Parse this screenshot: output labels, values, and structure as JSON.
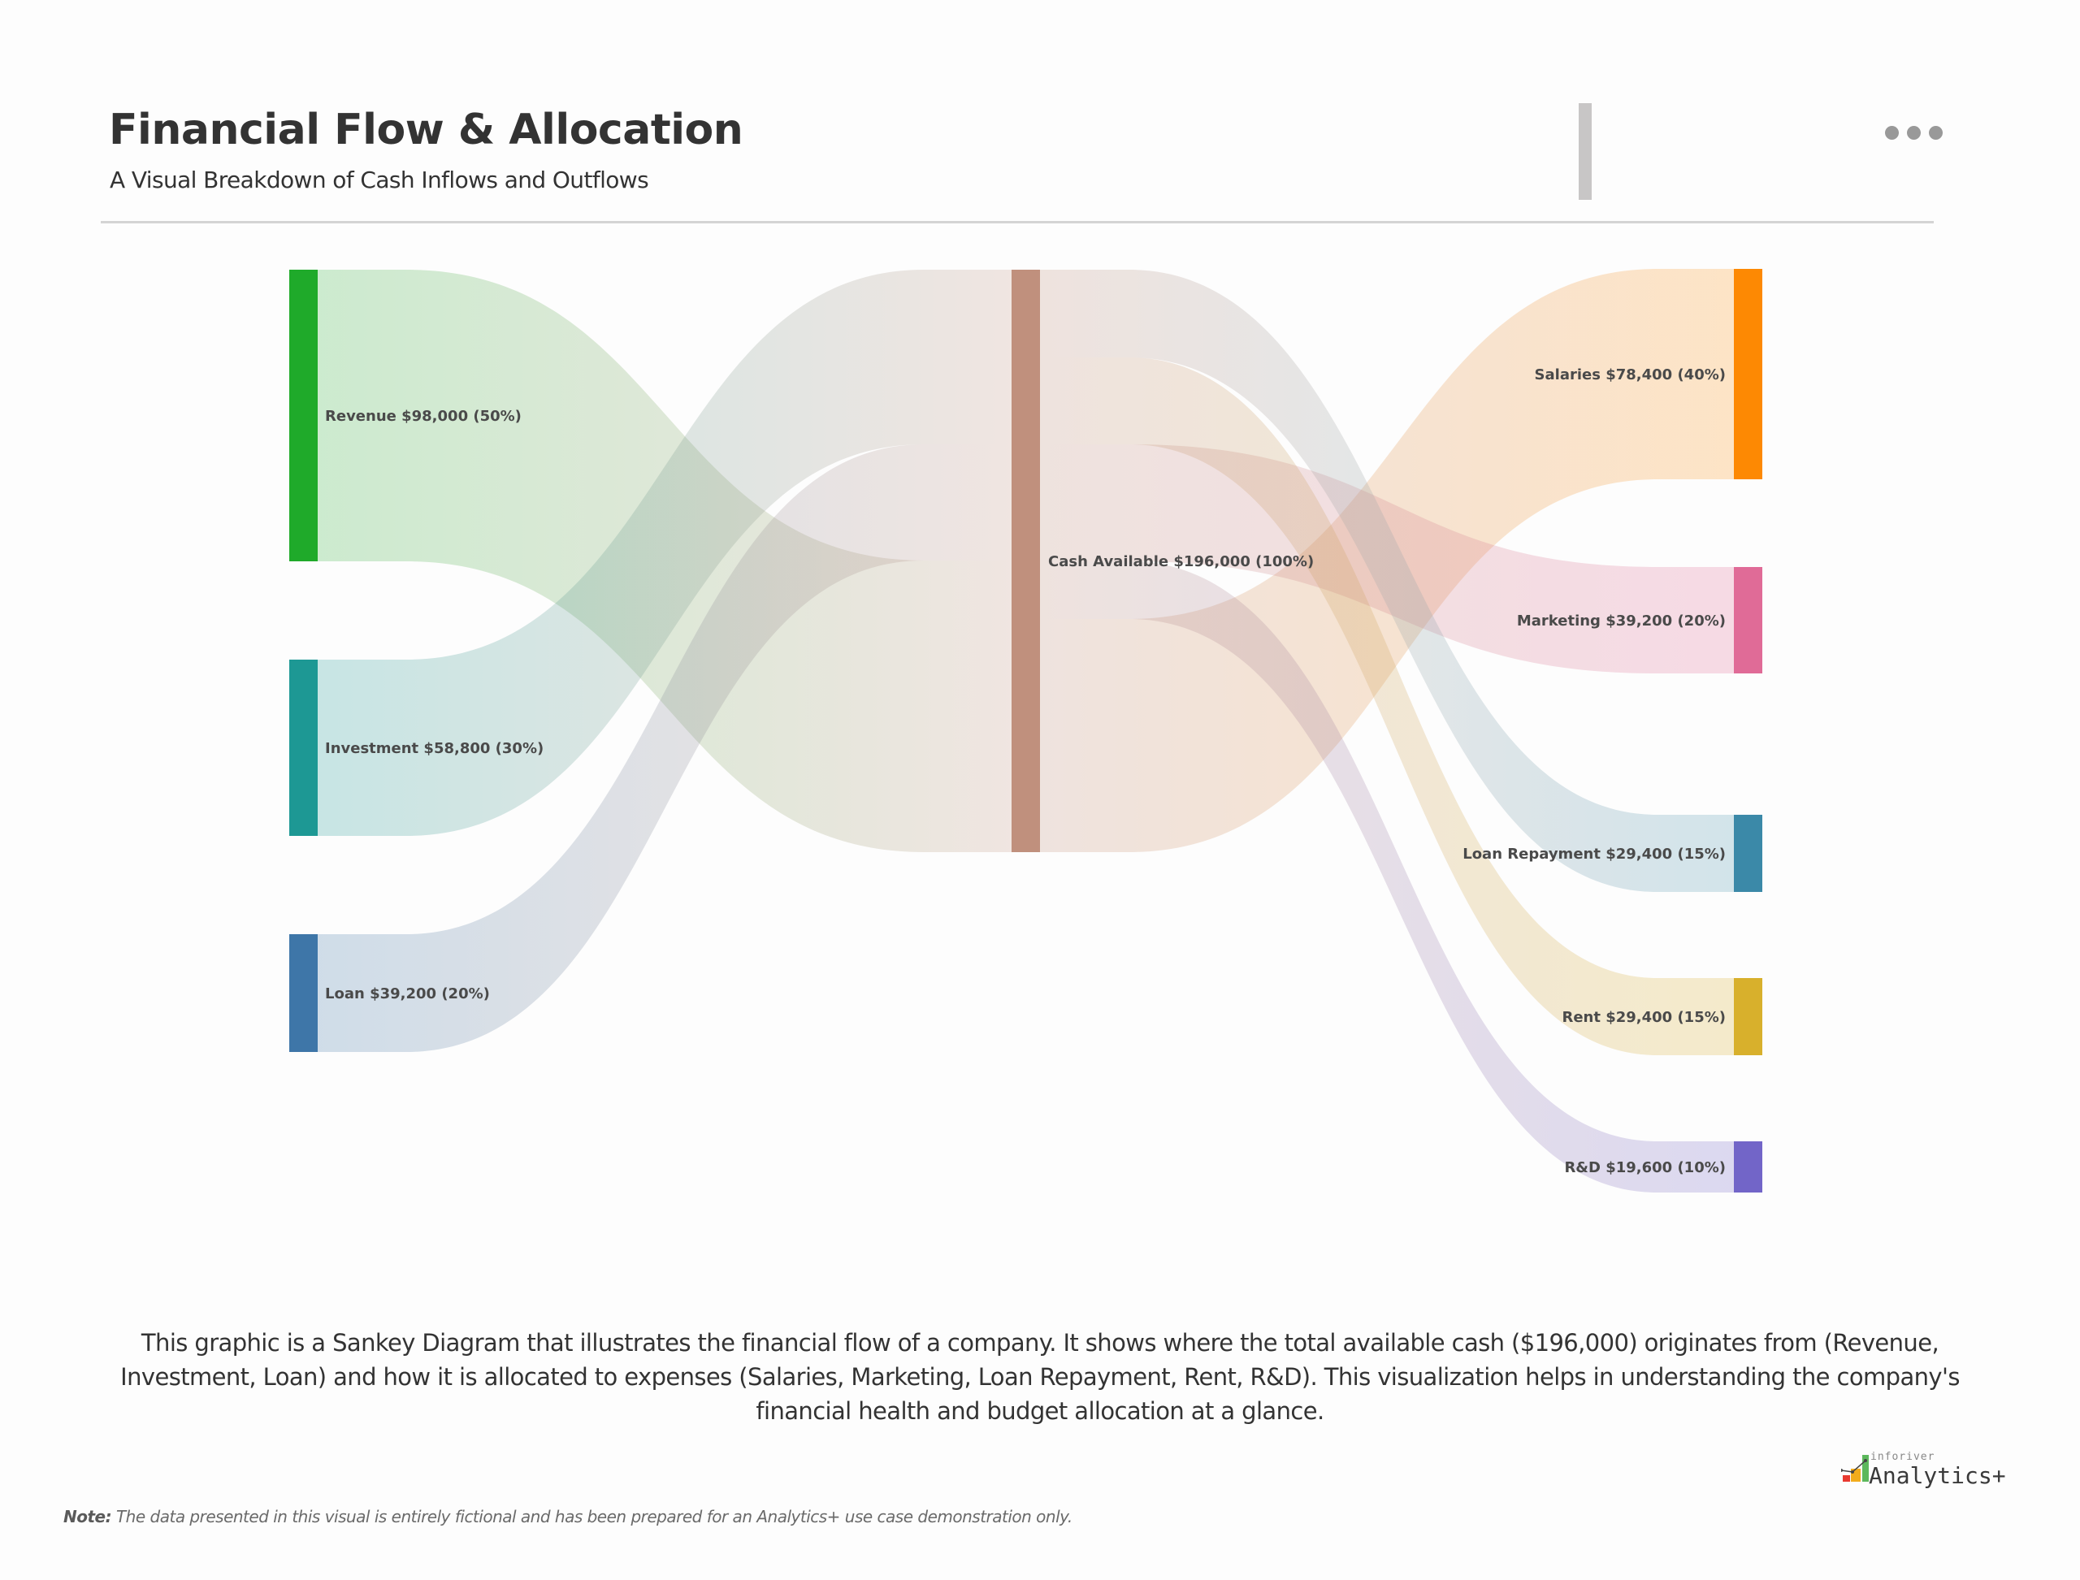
{
  "header": {
    "title": "Financial Flow & Allocation",
    "subtitle": "A Visual Breakdown of Cash Inflows and Outflows",
    "more_icon": "ellipsis-horizontal-icon"
  },
  "description": "This graphic is a Sankey Diagram that illustrates the financial flow of a company. It shows where the total available cash ($196,000) originates from (Revenue, Investment, Loan) and how it is allocated to expenses (Salaries, Marketing, Loan Repayment, Rent, R&D). This visualization helps in understanding the company's financial health and budget allocation at a glance.",
  "footer": {
    "note_label": "Note:",
    "note_text": " The data presented in this visual is entirely fictional and has been prepared for an Analytics+ use case demonstration only.",
    "logo_small": "inforiver",
    "logo_big": "Analytics+"
  },
  "colors": {
    "revenue": "#1faa2a",
    "investment": "#1d9894",
    "loan": "#3e76a8",
    "cash": "#c0907d",
    "salaries": "#fd8903",
    "marketing": "#e06b97",
    "loan_repayment": "#3b89a8",
    "rent": "#d8b02c",
    "rnd": "#7265c8"
  },
  "chart_data": {
    "type": "sankey",
    "title": "Financial Flow & Allocation",
    "subtitle": "A Visual Breakdown of Cash Inflows and Outflows",
    "nodes": [
      {
        "id": "revenue",
        "name": "Revenue",
        "value": 98000,
        "percent": 50,
        "label": "Revenue $98,000 (50%)",
        "column": 0
      },
      {
        "id": "investment",
        "name": "Investment",
        "value": 58800,
        "percent": 30,
        "label": "Investment $58,800 (30%)",
        "column": 0
      },
      {
        "id": "loan",
        "name": "Loan",
        "value": 39200,
        "percent": 20,
        "label": "Loan $39,200 (20%)",
        "column": 0
      },
      {
        "id": "cash",
        "name": "Cash Available",
        "value": 196000,
        "percent": 100,
        "label": "Cash Available $196,000 (100%)",
        "column": 1
      },
      {
        "id": "salaries",
        "name": "Salaries",
        "value": 78400,
        "percent": 40,
        "label": "Salaries $78,400 (40%)",
        "column": 2
      },
      {
        "id": "marketing",
        "name": "Marketing",
        "value": 39200,
        "percent": 20,
        "label": "Marketing $39,200 (20%)",
        "column": 2
      },
      {
        "id": "loan_repayment",
        "name": "Loan Repayment",
        "value": 29400,
        "percent": 15,
        "label": "Loan Repayment $29,400 (15%)",
        "column": 2
      },
      {
        "id": "rent",
        "name": "Rent",
        "value": 29400,
        "percent": 15,
        "label": "Rent $29,400 (15%)",
        "column": 2
      },
      {
        "id": "rnd",
        "name": "R&D",
        "value": 19600,
        "percent": 10,
        "label": "R&D $19,600 (10%)",
        "column": 2
      }
    ],
    "links": [
      {
        "source": "revenue",
        "target": "cash",
        "value": 98000
      },
      {
        "source": "investment",
        "target": "cash",
        "value": 58800
      },
      {
        "source": "loan",
        "target": "cash",
        "value": 39200
      },
      {
        "source": "cash",
        "target": "salaries",
        "value": 78400
      },
      {
        "source": "cash",
        "target": "marketing",
        "value": 39200
      },
      {
        "source": "cash",
        "target": "loan_repayment",
        "value": 29400
      },
      {
        "source": "cash",
        "target": "rent",
        "value": 29400
      },
      {
        "source": "cash",
        "target": "rnd",
        "value": 19600
      }
    ]
  }
}
